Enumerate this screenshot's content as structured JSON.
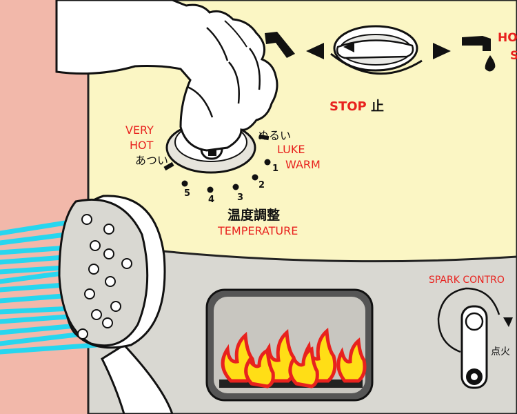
{
  "hot_label_partial": "HO",
  "hot_label_partial2": "S",
  "stop_label": "STOP",
  "stop_label_jp": "止",
  "very_hot_line1": "VERY",
  "very_hot_line2": "HOT",
  "hot_jp": "あつい",
  "lukewarm_jp": "ぬるい",
  "luke_line1": "LUKE",
  "luke_line2": "WARM",
  "dial_numbers": [
    "1",
    "2",
    "3",
    "4",
    "5"
  ],
  "temperature_jp": "温度調整",
  "temperature_en": "TEMPERATURE",
  "spark_label": "SPARK CONTRO",
  "ignite_jp": "点火",
  "colors": {
    "panel_top": "#fbf6c4",
    "panel_bottom": "#d9d8d2",
    "wall": "#f2b8aa",
    "red_text": "#e8221e",
    "water": "#27d6ef"
  }
}
